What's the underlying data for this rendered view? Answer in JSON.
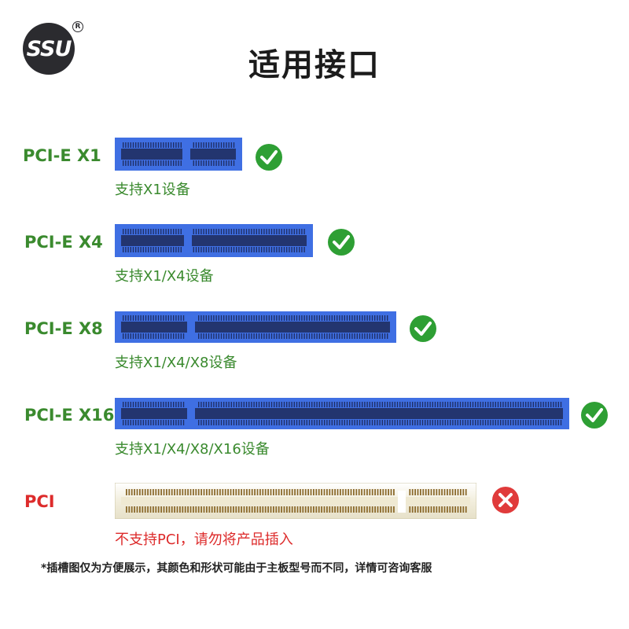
{
  "brand": {
    "logo_text": "SSU",
    "registered_mark": "R"
  },
  "title": "适用接口",
  "slots": [
    {
      "label": "PCI-E X1",
      "support": "支持X1设备",
      "compatible": true
    },
    {
      "label": "PCI-E X4",
      "support": "支持X1/X4设备",
      "compatible": true
    },
    {
      "label": "PCI-E X8",
      "support": "支持X1/X4/X8设备",
      "compatible": true
    },
    {
      "label": "PCI-E X16",
      "support": "支持X1/X4/X8/X16设备",
      "compatible": true
    },
    {
      "label": "PCI",
      "support": "不支持PCI，请勿将产品插入",
      "compatible": false
    }
  ],
  "footnote": "*插槽图仅为方便展示，其颜色和形状可能由于主板型号而不同，详情可咨询客服",
  "colors": {
    "pcie_slot": "#3f6fe3",
    "pci_slot": "#f4f1e3",
    "ok": "#2e9f34",
    "error": "#e03b3b",
    "label_green": "#3a8a2e",
    "label_red": "#dd2b2b"
  },
  "icons": {
    "ok": "check-icon",
    "error": "cross-icon"
  }
}
